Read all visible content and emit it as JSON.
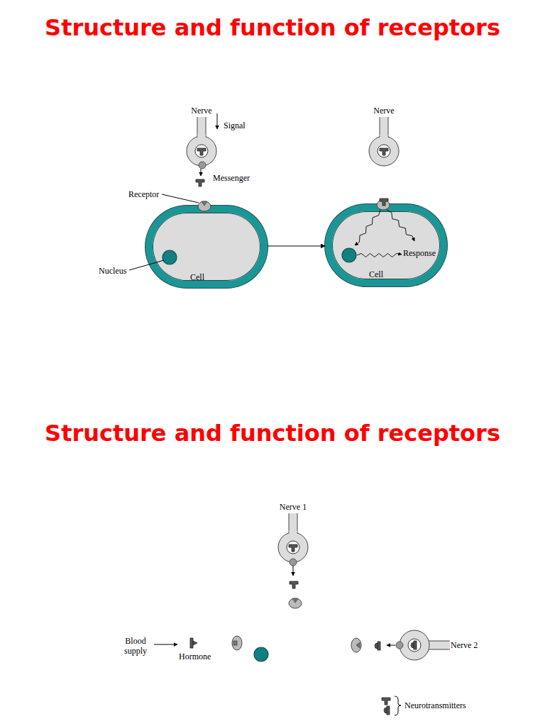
{
  "diagram": {
    "title": "Structure and function of receptors",
    "nodes": [
      {
        "text": [
          "Nerve"
        ]
      },
      {
        "text": [
          "Cell"
        ]
      },
      {
        "text": [
          "Nerve"
        ]
      },
      {
        "text": [
          "Cell"
        ]
      },
      {
        "text": [
          "Nerve 1"
        ]
      },
      {
        "text": [
          "Nerve 2"
        ]
      }
    ],
    "edges": [
      {
        "from": 1,
        "to": 3,
        "arrow": "to"
      }
    ],
    "labels": [
      "Signal",
      "Messenger",
      "Receptor",
      "Nucleus",
      "Response",
      "Structure and function of receptors",
      "Blood supply",
      "Hormone",
      "Neurotransmitters"
    ]
  }
}
